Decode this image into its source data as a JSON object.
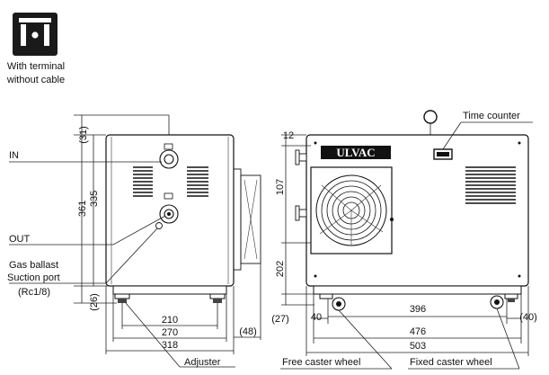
{
  "badge": {
    "line1": "With terminal",
    "line2": "without cable"
  },
  "callouts": {
    "in_port": "IN",
    "out_port": "OUT",
    "gas_ballast_1": "Gas ballast",
    "gas_ballast_2": "Suction port",
    "gas_ballast_3": "(Rc1/8)",
    "time_counter": "Time counter",
    "adjuster": "Adjuster",
    "free_caster": "Free caster wheel",
    "fixed_caster": "Fixed caster wheel",
    "brand": "ULVAC"
  },
  "dimensions": {
    "side_top_offset": "(31)",
    "side_total_height": "361",
    "side_body_height": "335",
    "side_foot_height": "(26)",
    "side_width_inner": "210",
    "side_width_mid": "270",
    "side_width_total": "318",
    "side_fan_depth": "(48)",
    "front_top_offset": "12",
    "front_upper": "107",
    "front_lower": "202",
    "front_foot": "(27)",
    "front_left_offset": "40",
    "front_inner": "396",
    "front_right_offset": "(40)",
    "front_mid": "476",
    "front_total": "503"
  }
}
